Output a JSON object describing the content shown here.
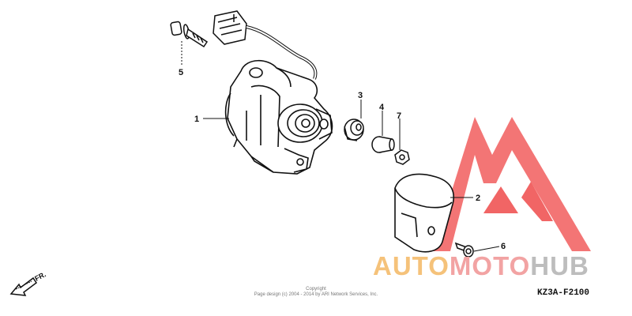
{
  "diagram": {
    "callouts": [
      {
        "id": "1",
        "label": "1"
      },
      {
        "id": "2",
        "label": "2"
      },
      {
        "id": "3",
        "label": "3"
      },
      {
        "id": "4",
        "label": "4"
      },
      {
        "id": "5",
        "label": "5"
      },
      {
        "id": "6",
        "label": "6"
      },
      {
        "id": "7",
        "label": "7"
      }
    ],
    "direction_label": "FR.",
    "copyright_line1": "Copyright",
    "copyright_line2": "Page design (c) 2004 - 2014 by ARI Network Services, Inc.",
    "diagram_code": "KZ3A-F2100"
  },
  "watermark": {
    "part1": "AUTO",
    "part2": "MOTO",
    "part3": "HUB",
    "color_auto": "#f5c27a",
    "color_moto": "#f2a3a3",
    "color_hub": "#bdbdbd",
    "logo_color": "#ef4b4b"
  }
}
